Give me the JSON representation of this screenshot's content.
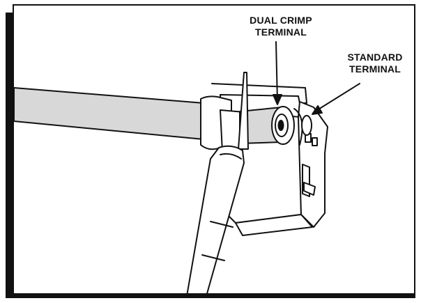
{
  "callouts": {
    "dual_crimp": {
      "line1": "DUAL CRIMP",
      "line2": "TERMINAL"
    },
    "standard": {
      "line1": "STANDARD",
      "line2": "TERMINAL"
    }
  },
  "colors": {
    "outline": "#111111",
    "cable_fill": "#d8d8d8",
    "background": "#ffffff"
  },
  "icons": [
    "cutting-blade-icon",
    "arrow-icon"
  ]
}
